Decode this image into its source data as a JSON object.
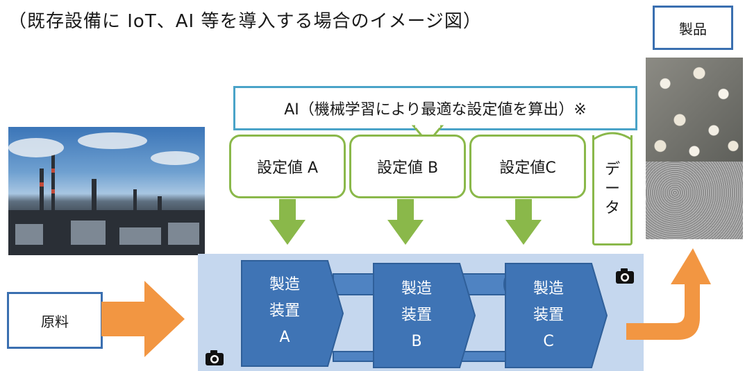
{
  "title": "（既存設備に IoT、AI 等を導入する場合のイメージ図）",
  "product_label": "製品",
  "raw_material_label": "原料",
  "ai_box": {
    "label": "AI（機械学習により最適な設定値を算出）※"
  },
  "settings": [
    {
      "label": "設定値 A"
    },
    {
      "label": "設定値 B"
    },
    {
      "label": "設定値C"
    }
  ],
  "data_label": [
    "デ",
    "ー",
    "タ"
  ],
  "machines": [
    {
      "line1": "製造",
      "line2": "装置",
      "line3": "A"
    },
    {
      "line1": "製造",
      "line2": "装置",
      "line3": "B"
    },
    {
      "line1": "製造",
      "line2": "装置",
      "line3": "C"
    }
  ],
  "camera_icon": "camera-icon",
  "colors": {
    "machine_fill": "#3f74b5",
    "machine_border": "#2f5f99",
    "green_arrow": "#8ab84a",
    "orange_arrow": "#f29642",
    "panel": "#c5d7ee",
    "ai_border": "#4aa3c8",
    "box_border_blue": "#3a6fb0"
  }
}
